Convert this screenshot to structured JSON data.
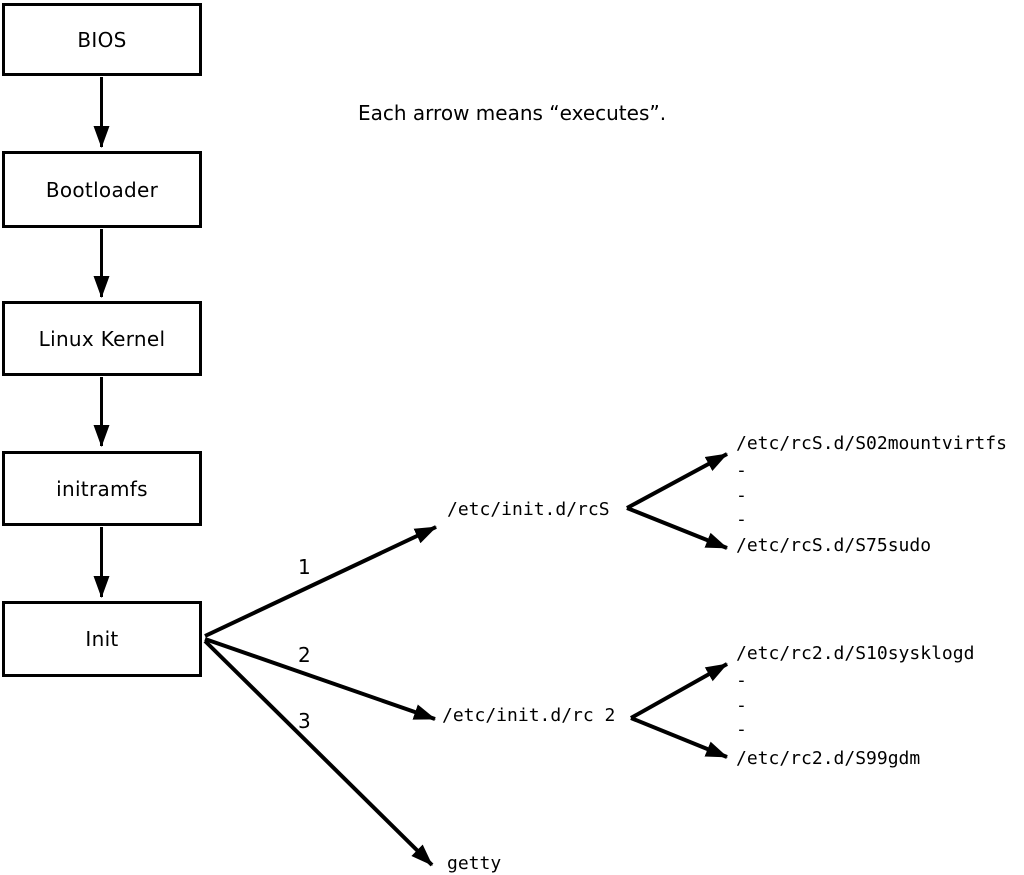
{
  "caption": "Each arrow means “executes”.",
  "boot_chain": [
    {
      "label": "BIOS"
    },
    {
      "label": "Bootloader"
    },
    {
      "label": "Linux Kernel"
    },
    {
      "label": "initramfs"
    },
    {
      "label": "Init"
    }
  ],
  "init_branches": [
    {
      "order": "1",
      "target": "/etc/init.d/rcS"
    },
    {
      "order": "2",
      "target": "/etc/init.d/rc 2"
    },
    {
      "order": "3",
      "target": "getty"
    }
  ],
  "rcs_scripts": {
    "first": "/etc/rcS.d/S02mountvirtfs",
    "ellipsis": [
      "-",
      "-",
      "-"
    ],
    "last": "/etc/rcS.d/S75sudo"
  },
  "rc2_scripts": {
    "first": "/etc/rc2.d/S10sysklogd",
    "ellipsis": [
      "-",
      "-",
      "-"
    ],
    "last": "/etc/rc2.d/S99gdm"
  },
  "colors": {
    "line": "#000000",
    "text": "#000000",
    "box_fill": "#ffffff",
    "background": "#ffffff"
  }
}
